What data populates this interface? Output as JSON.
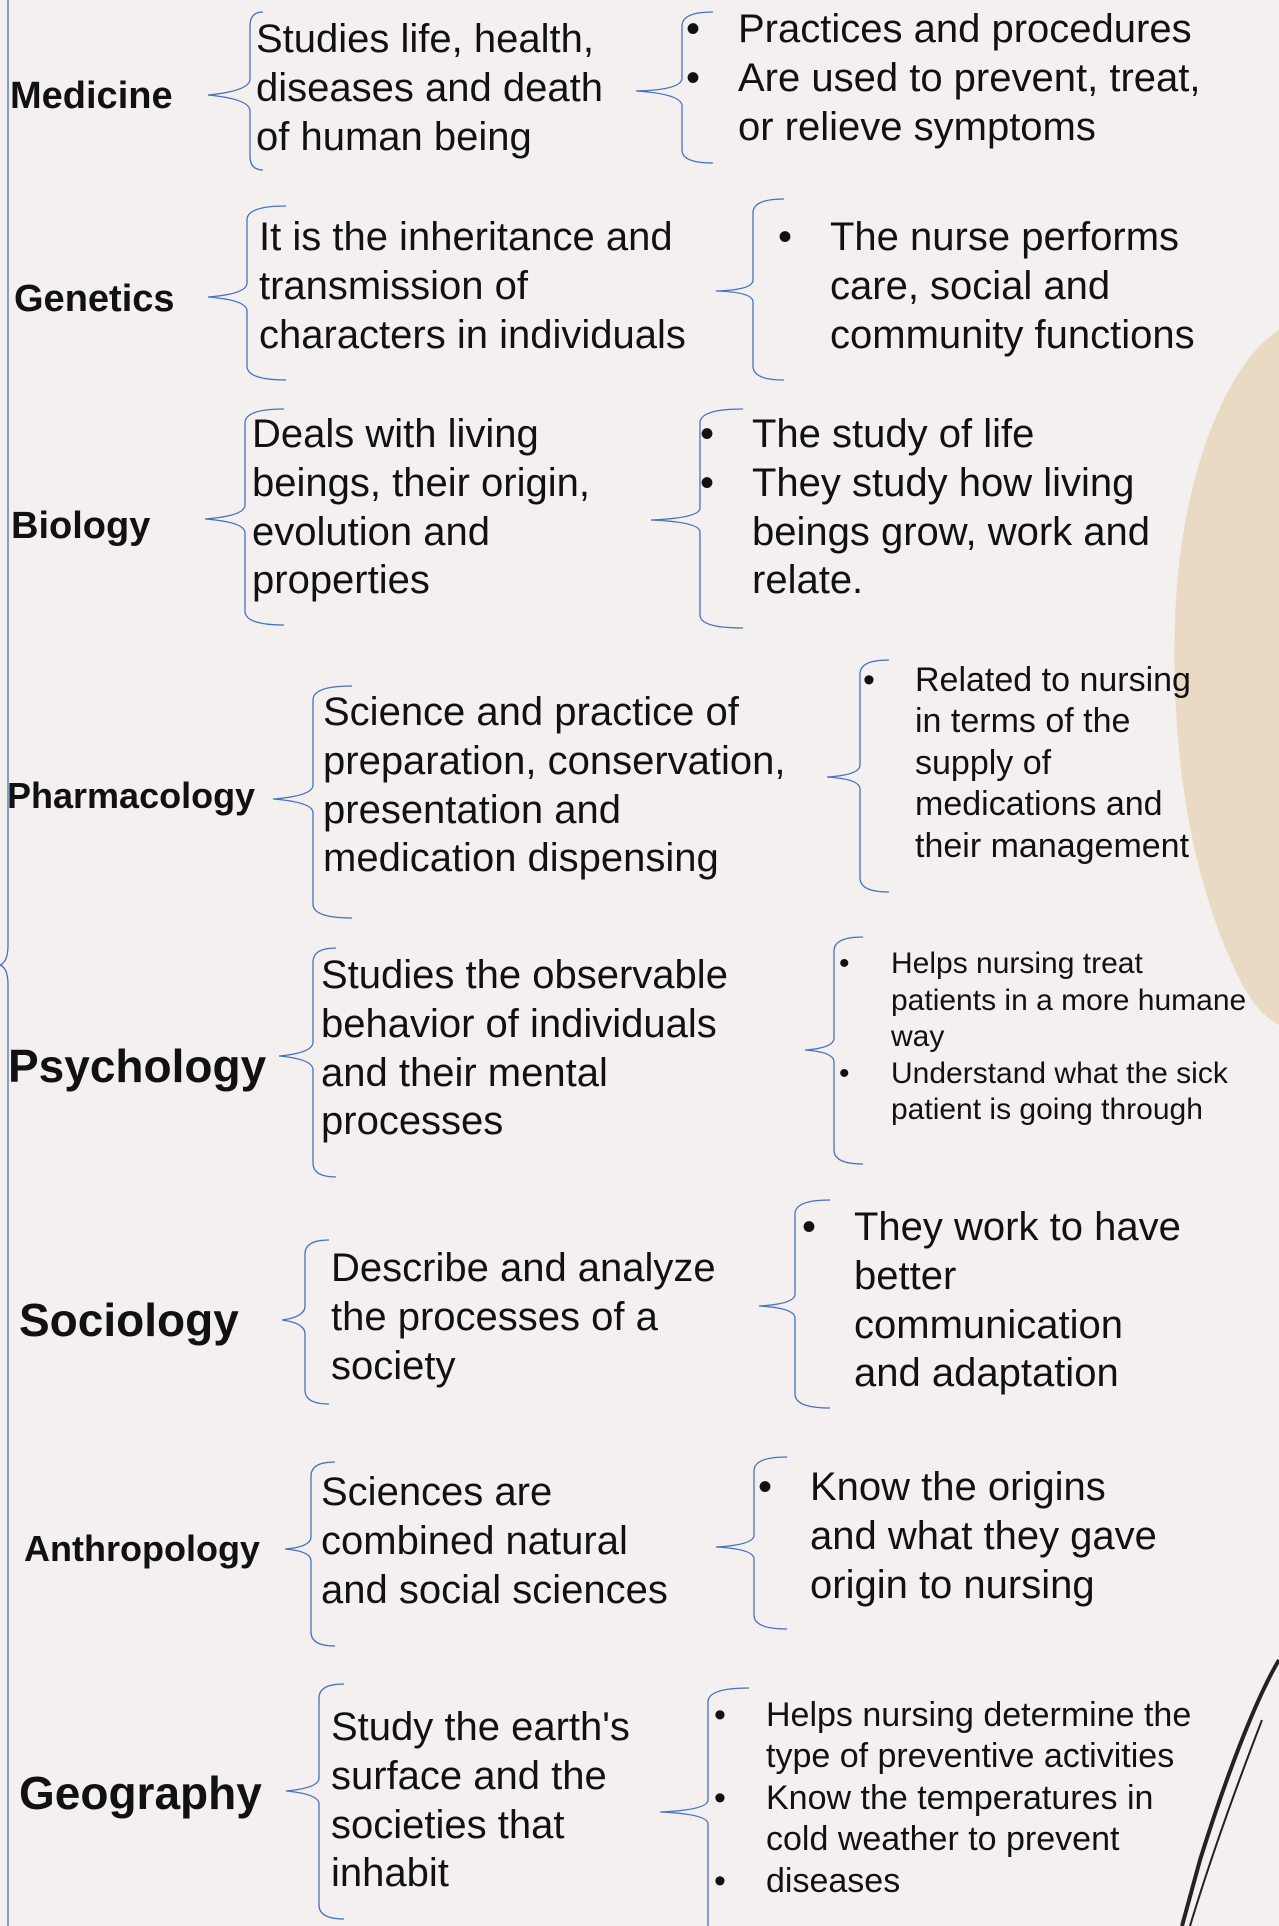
{
  "rows": [
    {
      "subject": "Medicine",
      "description": [
        "Studies life, health,",
        "diseases and death",
        "of human being"
      ],
      "points": [
        [
          "Practices and procedures"
        ],
        [
          "Are used to prevent, treat,",
          "or relieve symptoms"
        ]
      ]
    },
    {
      "subject": "Genetics",
      "description": [
        "It is the inheritance and",
        "transmission of",
        "characters in individuals"
      ],
      "points": [
        [
          "The nurse performs",
          "care, social and",
          "community functions"
        ]
      ]
    },
    {
      "subject": "Biology",
      "description": [
        "Deals with living",
        "beings, their origin,",
        "evolution and",
        "properties"
      ],
      "points": [
        [
          "The study of life"
        ],
        [
          "They study how living",
          "beings grow, work and",
          "relate."
        ]
      ]
    },
    {
      "subject": "Pharmacology",
      "description": [
        "Science and practice of",
        "preparation, conservation,",
        "presentation and",
        "medication dispensing"
      ],
      "points": [
        [
          "Related to nursing",
          "in terms of the",
          "supply of",
          "medications and",
          "their management"
        ]
      ]
    },
    {
      "subject": "Psychology",
      "description": [
        "Studies the observable",
        "behavior of individuals",
        "and their mental",
        "processes"
      ],
      "points": [
        [
          "Helps nursing treat",
          "patients in a more humane",
          "way"
        ],
        [
          "Understand what the sick",
          "patient is going through"
        ]
      ]
    },
    {
      "subject": "Sociology",
      "description": [
        "Describe and analyze",
        "the processes of a",
        "society"
      ],
      "points": [
        [
          "They work to have",
          "better",
          "communication",
          "and adaptation"
        ]
      ]
    },
    {
      "subject": "Anthropology",
      "description": [
        "Sciences are",
        "combined natural",
        "and social sciences"
      ],
      "points": [
        [
          "Know the origins",
          "and what they gave",
          "origin to nursing"
        ]
      ]
    },
    {
      "subject": "Geography",
      "description": [
        "Study the earth's",
        "surface and the",
        "societies that",
        "inhabit"
      ],
      "points": [
        [
          "Helps nursing determine the",
          "type of preventive activities"
        ],
        [
          "Know the temperatures in",
          "cold weather to prevent"
        ],
        [
          "diseases"
        ]
      ]
    }
  ],
  "colors": {
    "background": "#f4f0ef",
    "bracket": "#4472c4",
    "blob": "#ead9c3",
    "text": "#111111"
  }
}
